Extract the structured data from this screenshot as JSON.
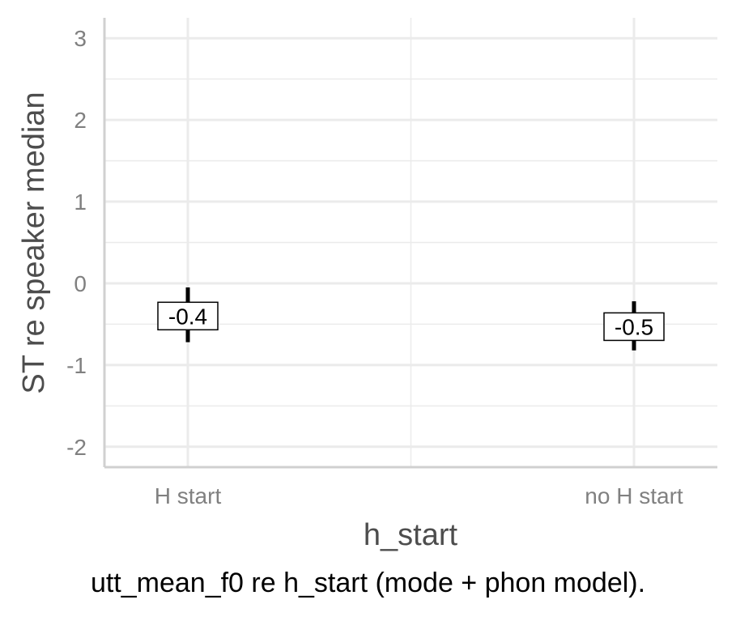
{
  "chart_data": {
    "type": "scatter",
    "categories": [
      "H start",
      "no H start"
    ],
    "points": [
      {
        "category": "H start",
        "value": -0.4,
        "lower": -0.72,
        "upper": -0.05,
        "label": "-0.4"
      },
      {
        "category": "no H start",
        "value": -0.53,
        "lower": -0.82,
        "upper": -0.22,
        "label": "-0.5"
      }
    ],
    "xlabel": "h_start",
    "ylabel": "ST re speaker median",
    "ylim": [
      -2.25,
      3.25
    ],
    "yticks": [
      -2,
      -1,
      0,
      1,
      2,
      3
    ],
    "yticklabels": [
      "-2",
      "-1",
      "0",
      "1",
      "2",
      "3"
    ],
    "grid": true,
    "colors": {
      "grid": "#ebebeb",
      "axis": "#d0d0d0",
      "mark": "#000000",
      "tick_text": "#808080",
      "title_text": "#4d4d4d"
    }
  },
  "caption": "utt_mean_f0 re h_start (mode + phon model)."
}
